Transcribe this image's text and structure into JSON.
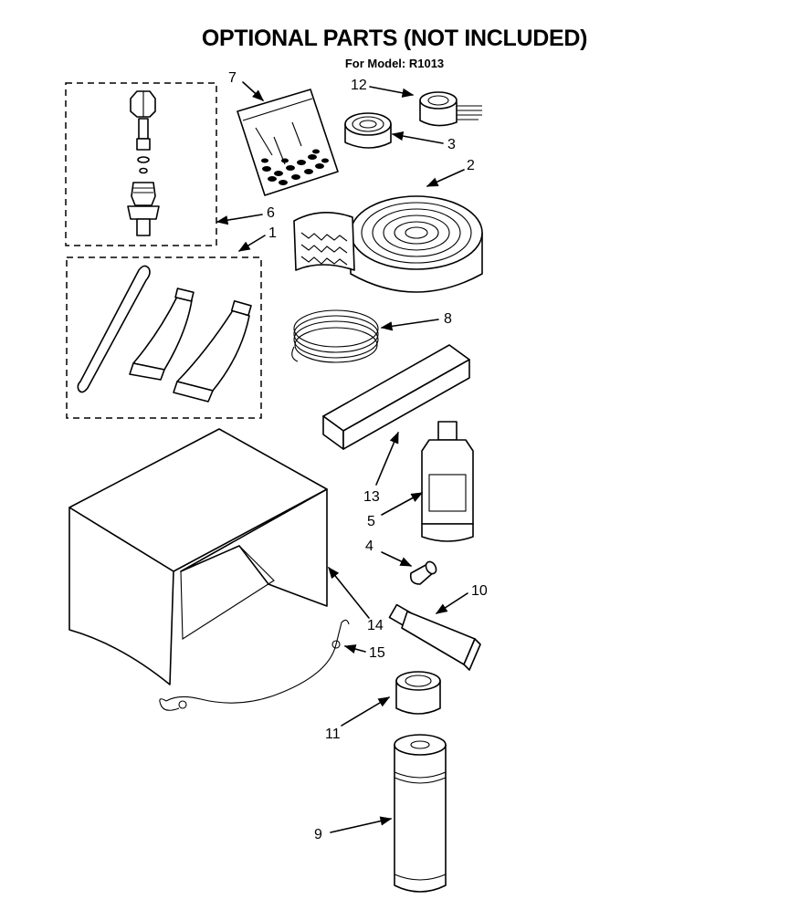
{
  "title": "OPTIONAL PARTS (NOT INCLUDED)",
  "subtitle": "For Model: R1013",
  "callouts": {
    "c1": "1",
    "c2": "2",
    "c3": "3",
    "c4": "4",
    "c5": "5",
    "c6": "6",
    "c7": "7",
    "c8": "8",
    "c9": "9",
    "c10": "10",
    "c11": "11",
    "c12": "12",
    "c13": "13",
    "c14": "14",
    "c15": "15"
  }
}
